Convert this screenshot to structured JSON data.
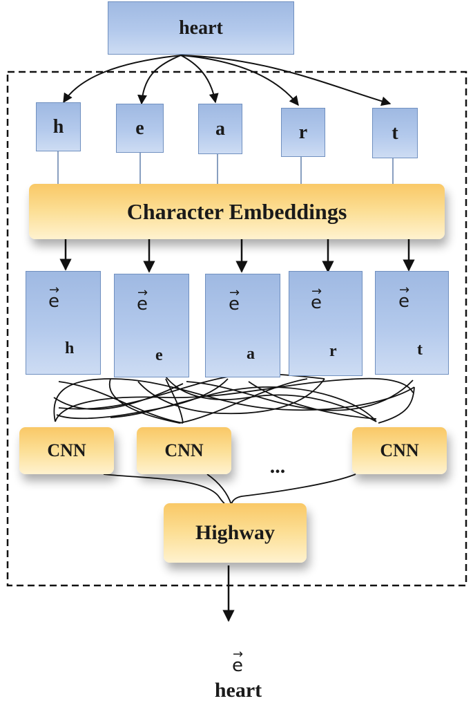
{
  "input_word": "heart",
  "characters": [
    "h",
    "e",
    "a",
    "r",
    "t"
  ],
  "embedding_layer_label": "Character Embeddings",
  "embedding_symbol": "e",
  "cnn_label": "CNN",
  "ellipsis": "...",
  "highway_label": "Highway",
  "output_symbol": "e",
  "output_word": "heart",
  "colors": {
    "blue_box": "#b3c9ec",
    "orange_box": "#fcdf96",
    "line": "#111111"
  }
}
